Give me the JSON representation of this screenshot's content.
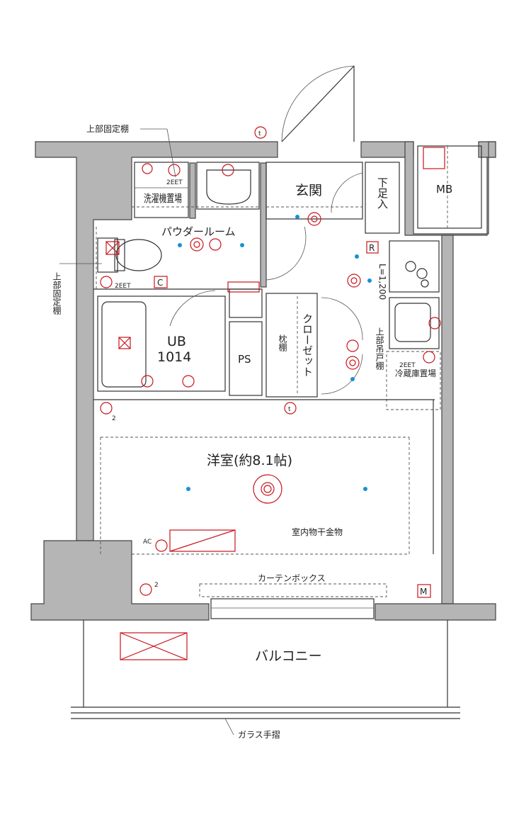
{
  "rooms": {
    "entrance": "玄関",
    "shoe_storage": "下足入",
    "mb": "MB",
    "powder_room": "パウダールーム",
    "washer_space": "洗濯機置場",
    "ub": "UB",
    "ub_size": "1014",
    "ps": "PS",
    "pillow_shelf": "枕棚",
    "closet": "クローゼット",
    "western_room": "洋室(約8.1帖)",
    "fridge_space": "冷蔵庫置場",
    "upper_cabinet": "上部吊戸棚",
    "balcony": "バルコニー"
  },
  "annotations": {
    "upper_fixed_shelf_top": "上部固定棚",
    "upper_fixed_shelf_left": "上部固定棚",
    "l_dimension": "L=1,200",
    "indoor_drying": "室内物干金物",
    "curtain_box": "カーテンボックス",
    "glass_handrail": "ガラス手摺"
  },
  "symbols": {
    "outlet_2eet_washer": "2EET",
    "outlet_2eet_toilet": "2EET",
    "outlet_2eet_fridge": "2EET",
    "c_mark": "C",
    "r_mark": "R",
    "m_mark": "M",
    "ac": "AC",
    "t_mark": "t",
    "count_two": "2"
  },
  "colors": {
    "accent_red": "#c8141c",
    "light_blue": "#1a8fd6",
    "wall_gray": "#b5b5b5"
  }
}
